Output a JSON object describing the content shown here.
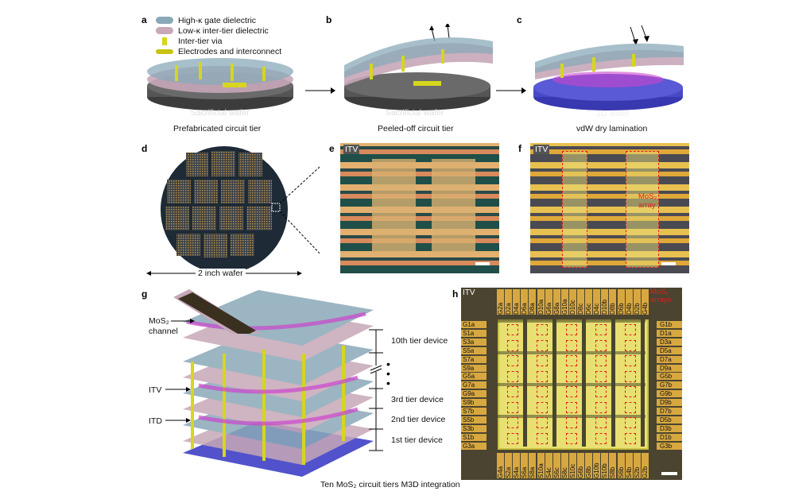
{
  "panels": {
    "a": "a",
    "b": "b",
    "c": "c",
    "d": "d",
    "e": "e",
    "f": "f",
    "g": "g",
    "h": "h"
  },
  "legend": [
    "High-κ gate dielectric",
    "Low-κ inter-tier dielectric",
    "Inter-tier via",
    "Electrodes and interconnect"
  ],
  "colors": {
    "high_k": "#8aa9b8",
    "low_k": "#c7a7b8",
    "via": "#d6d61e",
    "electrode": "#c9c215",
    "wafer": "#4a4a4a",
    "wafer2d": "#5a5ad6",
    "mos2": "#cc44cc",
    "gold": "#d8a840"
  },
  "a": {
    "wafer": "Sacrificial wafer",
    "caption": "Prefabricated circuit tier"
  },
  "b": {
    "wafer": "Sacrificial wafer",
    "caption": "Peeled-off circuit tier"
  },
  "c": {
    "wafer": "2D wafer",
    "caption": "vdW dry lamination"
  },
  "d": {
    "caption": "2 inch wafer"
  },
  "e": {
    "itv": "ITV"
  },
  "f": {
    "itv": "ITV",
    "array": "MoS₂ array"
  },
  "g": {
    "mos2": "MoS₂",
    "channel": "channel",
    "itv": "ITV",
    "itd": "ITD",
    "tiers": [
      "10th tier device",
      "3rd tier device",
      "2nd tier device",
      "1st tier device"
    ],
    "caption": "Ten MoS₂ circuit tiers M3D integration"
  },
  "h": {
    "itv": "ITV",
    "arrays": "MoS₂ arrays",
    "top": [
      "G2a",
      "D2a",
      "D4a",
      "D6a",
      "D8a",
      "D10a",
      "G6a",
      "G8a",
      "G10a",
      "D10c",
      "D8c",
      "D6c",
      "D4c",
      "D10b",
      "D8b",
      "D6b",
      "D4b",
      "D2b",
      "G4b"
    ],
    "bottom": [
      "G4a",
      "S2a",
      "S4a",
      "S6a",
      "S8a",
      "S10a",
      "S4c",
      "S6c",
      "S8c",
      "S10c",
      "G6b",
      "G8b",
      "G10b",
      "S10b",
      "S8b",
      "S6b",
      "S4b",
      "S2b",
      "G2b"
    ],
    "left": [
      "G1a",
      "S1a",
      "S3a",
      "S5a",
      "S7a",
      "S9a",
      "G5a",
      "G7a",
      "G9a",
      "S9b",
      "S7b",
      "S5b",
      "S3b",
      "S1b",
      "G3a"
    ],
    "right": [
      "G1b",
      "D1a",
      "D3a",
      "D5a",
      "D7a",
      "D9a",
      "G5b",
      "G7b",
      "G9b",
      "D9b",
      "D7b",
      "D5b",
      "D3b",
      "D1b",
      "G3b"
    ]
  }
}
